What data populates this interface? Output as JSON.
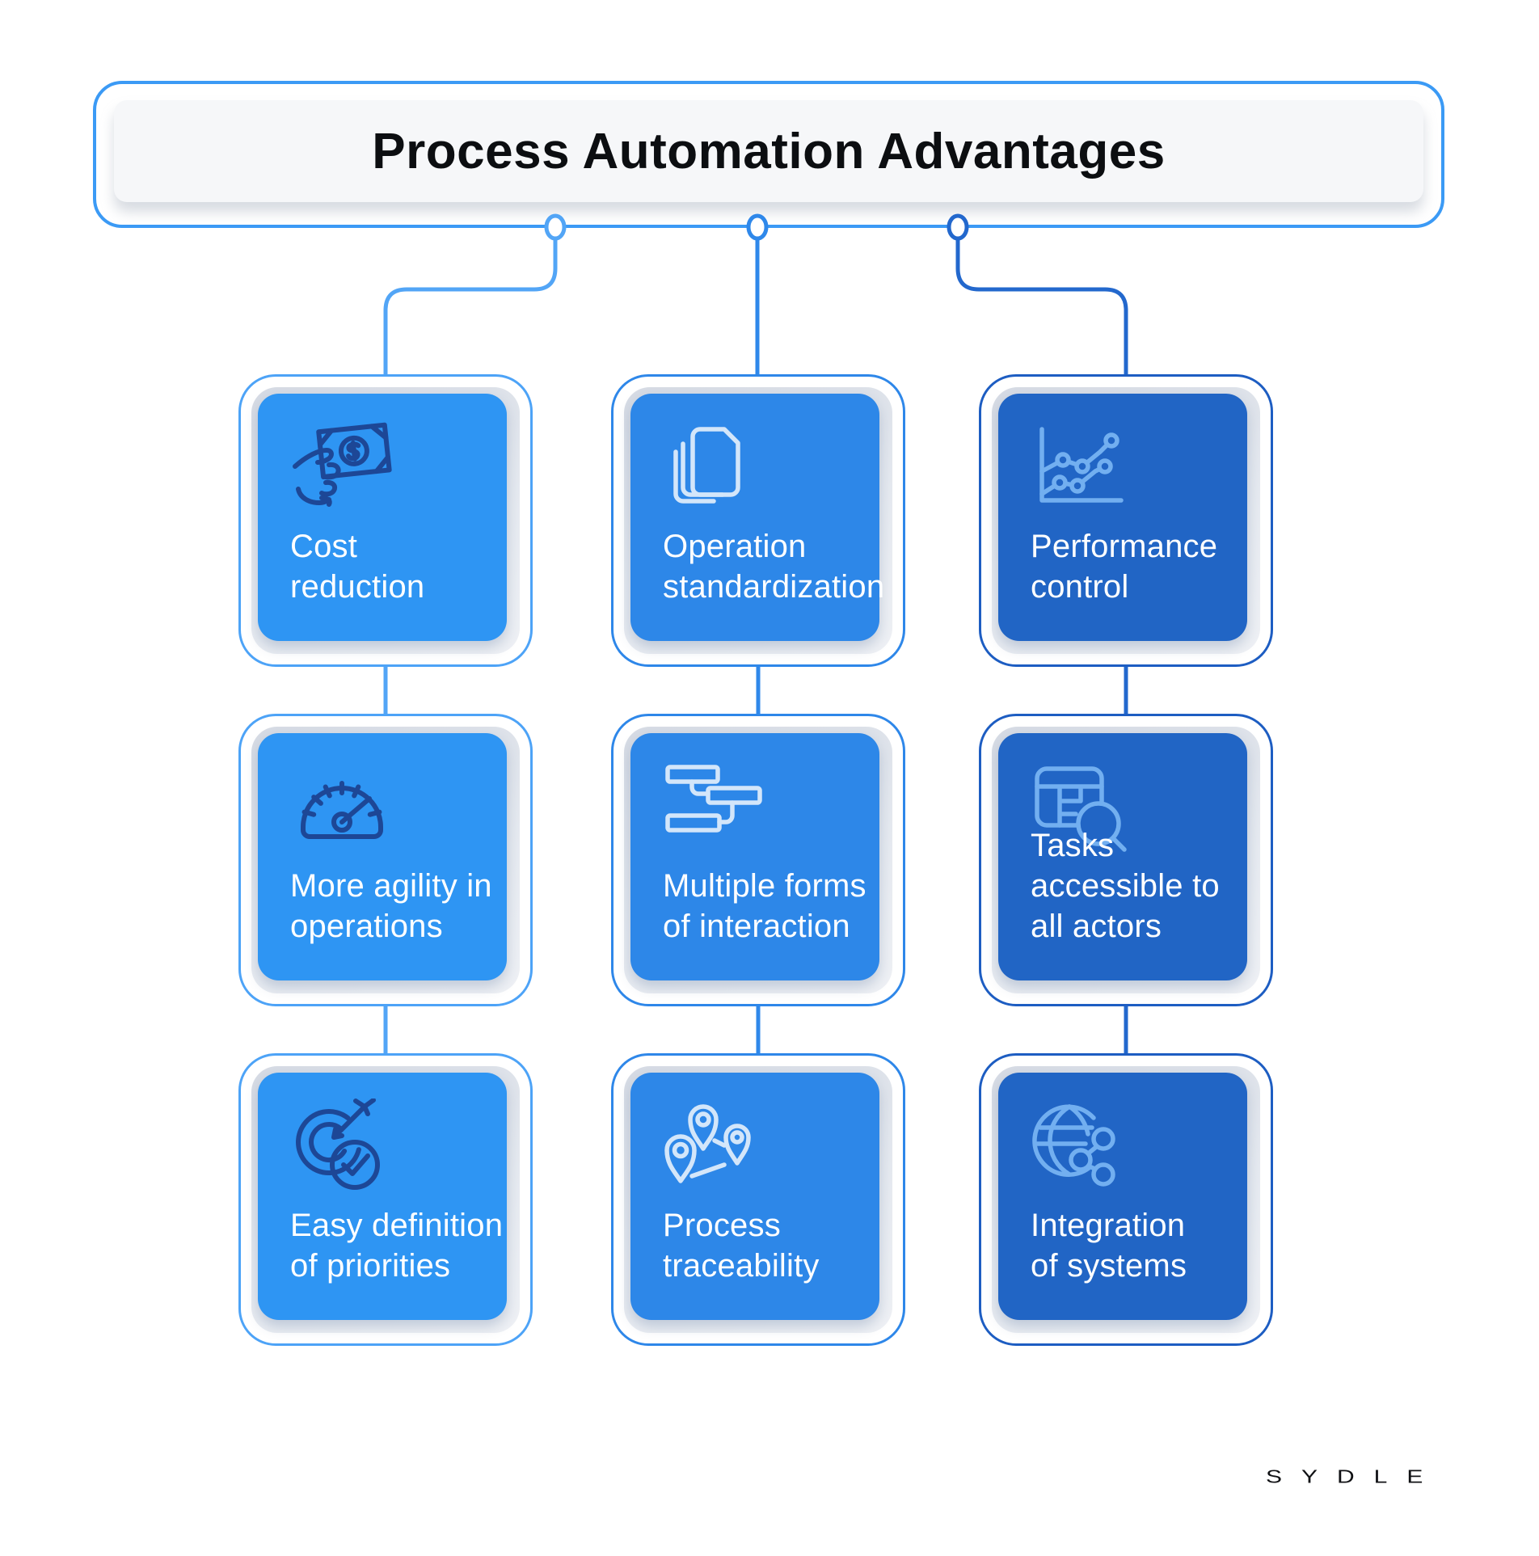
{
  "title": {
    "text": "Process Automation Advantages"
  },
  "brand": {
    "logo_text": "SYDLE"
  },
  "colors": {
    "title_border": "#3b9af5",
    "title_panel_bg": "#f6f7f9",
    "column_accents": [
      "#4da3f7",
      "#2e87e9",
      "#2064c9"
    ],
    "card_backgrounds": [
      "#2e95f3",
      "#2d87e8",
      "#2165c5"
    ],
    "icon_strokes": [
      "#1d4796",
      "#d3e6fa",
      "#72aff0"
    ]
  },
  "columns": [
    {
      "accent": "#4da3f7",
      "cards": [
        {
          "icon": "money-hand-icon",
          "label": "Cost reduction",
          "lines": [
            "Cost",
            "reduction"
          ]
        },
        {
          "icon": "speedometer-icon",
          "label": "More agility in operations",
          "lines": [
            "More agility in",
            "operations"
          ]
        },
        {
          "icon": "target-check-icon",
          "label": "Easy definition of priorities",
          "lines": [
            "Easy definition",
            "of priorities"
          ]
        }
      ]
    },
    {
      "accent": "#2e87e9",
      "cards": [
        {
          "icon": "documents-icon",
          "label": "Operation standardization",
          "lines": [
            "Operation",
            "standardization"
          ]
        },
        {
          "icon": "flow-bars-icon",
          "label": "Multiple forms of interaction",
          "lines": [
            "Multiple forms",
            "of interaction"
          ]
        },
        {
          "icon": "map-pins-icon",
          "label": "Process traceability",
          "lines": [
            "Process",
            "traceability"
          ]
        }
      ]
    },
    {
      "accent": "#2064c9",
      "cards": [
        {
          "icon": "line-chart-icon",
          "label": "Performance control",
          "lines": [
            "Performance",
            "control"
          ]
        },
        {
          "icon": "table-search-icon",
          "label": "Tasks accessible to all actors",
          "lines": [
            "Tasks",
            "accessible to",
            "all actors"
          ]
        },
        {
          "icon": "globe-network-icon",
          "label": "Integration of systems",
          "lines": [
            "Integration",
            "of systems"
          ]
        }
      ]
    }
  ]
}
